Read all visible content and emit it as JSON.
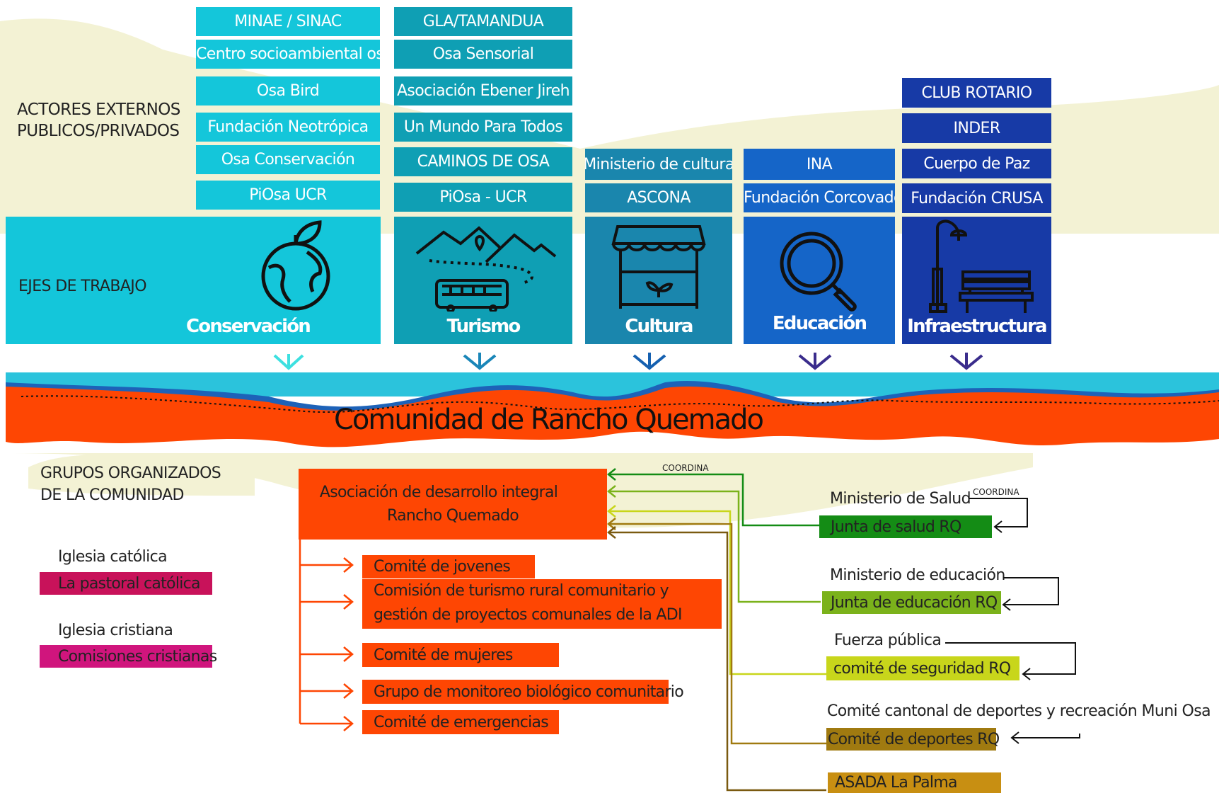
{
  "left_labels": {
    "external_line1": "ACTORES EXTERNOS",
    "external_line2": "PUBLICOS/PRIVADOS",
    "axes": "EJES DE TRABAJO",
    "groups_line1": "GRUPOS ORGANIZADOS",
    "groups_line2": "DE LA COMUNIDAD"
  },
  "actors": {
    "conservacion": [
      "MINAE / SINAC",
      "Centro socioambiental osa",
      "Osa Bird",
      "Fundación Neotrópica",
      "Osa Conservación",
      "PiOsa UCR"
    ],
    "turismo": [
      "GLA/TAMANDUA",
      "Osa Sensorial",
      "Asociación Ebener Jireh",
      "Un Mundo Para Todos",
      "CAMINOS DE OSA",
      "PiOsa - UCR"
    ],
    "cultura": [
      "Ministerio de cultura",
      "ASCONA"
    ],
    "educacion": [
      "INA",
      "Fundación Corcovado"
    ],
    "infraestructura": [
      "CLUB ROTARIO",
      "INDER",
      "Cuerpo de Paz",
      "Fundación CRUSA"
    ]
  },
  "axes": {
    "conservacion": "Conservación",
    "turismo": "Turismo",
    "cultura": "Cultura",
    "educacion": "Educación",
    "infraestructura": "Infraestructura"
  },
  "icons": [
    "globe-icon",
    "mountains-bus-icon",
    "market-stall-icon",
    "magnifier-icon",
    "lamp-bench-icon"
  ],
  "community_title": "Comunidad de Rancho Quemado",
  "adi": {
    "line1": "Asociación de desarrollo integral",
    "line2": "Rancho Quemado"
  },
  "committees": [
    "Comité de jovenes",
    "Comisión de turismo rural comunitario y gestión de proyectos comunales de la ADI",
    "Comité de mujeres",
    "Grupo de monitoreo biológico comunitario",
    "Comité de emergencias"
  ],
  "churches": [
    {
      "church": "Iglesia católica",
      "group": "La pastoral católica"
    },
    {
      "church": "Iglesia cristiana",
      "group": "Comisiones cristianas"
    }
  ],
  "institutions": [
    {
      "parent": "Ministerio de Salud",
      "local": "Junta de salud RQ"
    },
    {
      "parent": "Ministerio de educación",
      "local": "Junta de educación RQ"
    },
    {
      "parent": "Fuerza pública",
      "local": "comité de seguridad  RQ"
    },
    {
      "parent": "Comité cantonal de deportes y recreación Muni Osa",
      "local": "Comité de deportes RQ"
    },
    {
      "parent": "",
      "local": "ASADA La Palma"
    }
  ],
  "coordina_labels": [
    "COORDINA",
    "COORDINA"
  ],
  "colors": {
    "conservacion": "#14c6da",
    "turismo": "#0f9fb4",
    "cultura": "#1a86ad",
    "educacion": "#1565c8",
    "infraestructura": "#173aa6",
    "community": "#fe4603",
    "cream": "#f3f2d4",
    "salud": "#148c15",
    "educacion_rq": "#7bb21b",
    "seguridad": "#c8d61b",
    "deportes": "#a07a10",
    "asada": "#c88f12",
    "pastoral": "#c8125a",
    "cristianas": "#d0157d"
  }
}
